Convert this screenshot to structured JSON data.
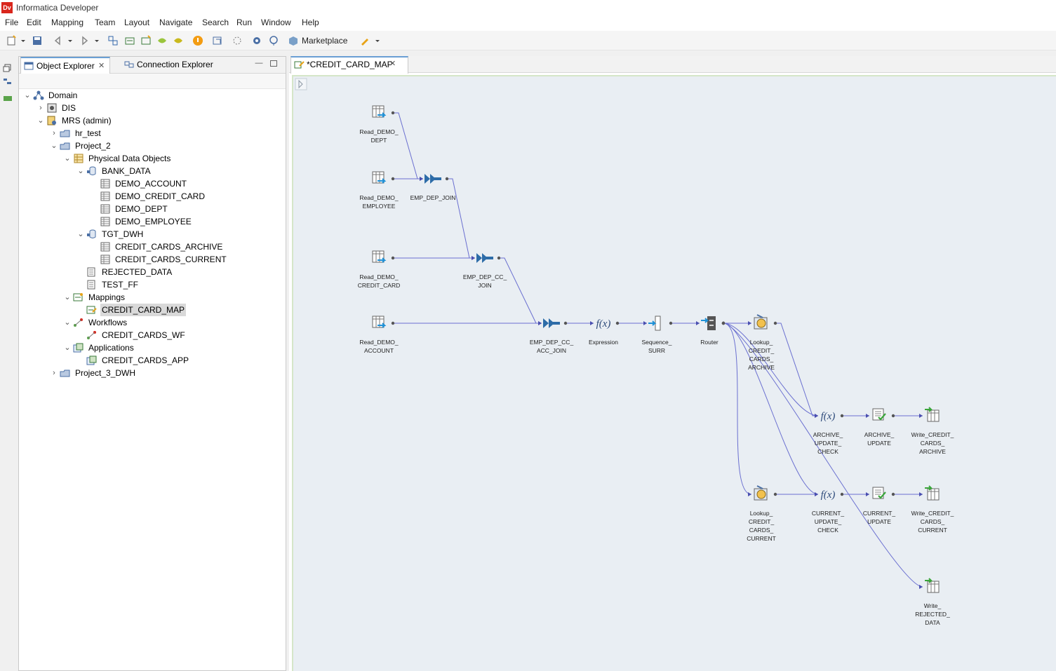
{
  "app": {
    "title": "Informatica Developer",
    "logo_text": "Dv"
  },
  "menu": [
    "File",
    "Edit",
    "Mapping",
    "Team",
    "Layout",
    "Navigate",
    "Search",
    "Run",
    "Window",
    "Help"
  ],
  "toolbar": {
    "marketplace_label": "Marketplace"
  },
  "explorer": {
    "tabs": [
      {
        "label": "Object Explorer",
        "close": "✕"
      },
      {
        "label": "Connection Explorer"
      }
    ],
    "tree": [
      {
        "label": "Domain",
        "depth": 0,
        "state": "open",
        "icon": "domain-icon"
      },
      {
        "label": "DIS",
        "depth": 1,
        "state": "closed",
        "icon": "service-icon"
      },
      {
        "label": "MRS (admin)",
        "depth": 1,
        "state": "open",
        "icon": "repository-icon"
      },
      {
        "label": "hr_test",
        "depth": 2,
        "state": "closed",
        "icon": "project-icon"
      },
      {
        "label": "Project_2",
        "depth": 2,
        "state": "open",
        "icon": "project-icon"
      },
      {
        "label": "Physical Data Objects",
        "depth": 3,
        "state": "open",
        "icon": "physical-data-objects-icon"
      },
      {
        "label": "BANK_DATA",
        "depth": 4,
        "state": "open",
        "icon": "database-icon"
      },
      {
        "label": "DEMO_ACCOUNT",
        "depth": 5,
        "state": "leaf",
        "icon": "table-icon"
      },
      {
        "label": "DEMO_CREDIT_CARD",
        "depth": 5,
        "state": "leaf",
        "icon": "table-icon"
      },
      {
        "label": "DEMO_DEPT",
        "depth": 5,
        "state": "leaf",
        "icon": "table-icon"
      },
      {
        "label": "DEMO_EMPLOYEE",
        "depth": 5,
        "state": "leaf",
        "icon": "table-icon"
      },
      {
        "label": "TGT_DWH",
        "depth": 4,
        "state": "open",
        "icon": "database-icon"
      },
      {
        "label": "CREDIT_CARDS_ARCHIVE",
        "depth": 5,
        "state": "leaf",
        "icon": "table-icon"
      },
      {
        "label": "CREDIT_CARDS_CURRENT",
        "depth": 5,
        "state": "leaf",
        "icon": "table-icon"
      },
      {
        "label": "REJECTED_DATA",
        "depth": 4,
        "state": "leaf",
        "icon": "flat-file-icon"
      },
      {
        "label": "TEST_FF",
        "depth": 4,
        "state": "leaf",
        "icon": "flat-file-icon"
      },
      {
        "label": "Mappings",
        "depth": 3,
        "state": "open",
        "icon": "mappings-icon"
      },
      {
        "label": "CREDIT_CARD_MAP",
        "depth": 4,
        "state": "leaf",
        "icon": "mapping-icon",
        "selected": true
      },
      {
        "label": "Workflows",
        "depth": 3,
        "state": "open",
        "icon": "workflows-icon"
      },
      {
        "label": "CREDIT_CARDS_WF",
        "depth": 4,
        "state": "leaf",
        "icon": "workflow-icon"
      },
      {
        "label": "Applications",
        "depth": 3,
        "state": "open",
        "icon": "applications-icon"
      },
      {
        "label": "CREDIT_CARDS_APP",
        "depth": 4,
        "state": "leaf",
        "icon": "application-icon"
      },
      {
        "label": "Project_3_DWH",
        "depth": 2,
        "state": "closed",
        "icon": "project-icon"
      }
    ]
  },
  "editor": {
    "tab_label": "*CREDIT_CARD_MAP",
    "tab_close": "✕",
    "nodes": [
      {
        "id": "read_dept",
        "type": "read",
        "label": [
          "Read_DEMO_",
          "DEPT"
        ]
      },
      {
        "id": "read_emp",
        "type": "read",
        "label": [
          "Read_DEMO_",
          "EMPLOYEE"
        ]
      },
      {
        "id": "read_cc",
        "type": "read",
        "label": [
          "Read_DEMO_",
          "CREDIT_CARD"
        ]
      },
      {
        "id": "read_acc",
        "type": "read",
        "label": [
          "Read_DEMO_",
          "ACCOUNT"
        ]
      },
      {
        "id": "emp_dep_join",
        "type": "joiner",
        "label": [
          "EMP_DEP_JOIN"
        ]
      },
      {
        "id": "emp_dep_cc_join",
        "type": "joiner",
        "label": [
          "EMP_DEP_CC_",
          "JOIN"
        ]
      },
      {
        "id": "emp_dep_cc_acc_join",
        "type": "joiner",
        "label": [
          "EMP_DEP_CC_",
          "ACC_JOIN"
        ]
      },
      {
        "id": "expression",
        "type": "expression",
        "label": [
          "Expression"
        ]
      },
      {
        "id": "sequence",
        "type": "sequence",
        "label": [
          "Sequence_",
          "SURR"
        ]
      },
      {
        "id": "router",
        "type": "router",
        "label": [
          "Router"
        ]
      },
      {
        "id": "lkp_archive",
        "type": "lookup",
        "label": [
          "Lookup_",
          "CREDIT_",
          "CARDS_",
          "ARCHIVE"
        ]
      },
      {
        "id": "lkp_current",
        "type": "lookup",
        "label": [
          "Lookup_",
          "CREDIT_",
          "CARDS_",
          "CURRENT"
        ]
      },
      {
        "id": "archive_check",
        "type": "expression",
        "label": [
          "ARCHIVE_",
          "UPDATE_",
          "CHECK"
        ]
      },
      {
        "id": "current_check",
        "type": "expression",
        "label": [
          "CURRENT_",
          "UPDATE_",
          "CHECK"
        ]
      },
      {
        "id": "archive_update",
        "type": "update",
        "label": [
          "ARCHIVE_",
          "UPDATE"
        ]
      },
      {
        "id": "current_update",
        "type": "update",
        "label": [
          "CURRENT_",
          "UPDATE"
        ]
      },
      {
        "id": "write_archive",
        "type": "write",
        "label": [
          "Write_CREDIT_",
          "CARDS_",
          "ARCHIVE"
        ]
      },
      {
        "id": "write_current",
        "type": "write",
        "label": [
          "Write_CREDIT_",
          "CARDS_",
          "CURRENT"
        ]
      },
      {
        "id": "write_rejected",
        "type": "write",
        "label": [
          "Write_",
          "REJECTED_",
          "DATA"
        ]
      }
    ],
    "links": [
      [
        "read_dept",
        "emp_dep_join"
      ],
      [
        "read_emp",
        "emp_dep_join"
      ],
      [
        "emp_dep_join",
        "emp_dep_cc_join"
      ],
      [
        "read_cc",
        "emp_dep_cc_join"
      ],
      [
        "emp_dep_cc_join",
        "emp_dep_cc_acc_join"
      ],
      [
        "read_acc",
        "emp_dep_cc_acc_join"
      ],
      [
        "emp_dep_cc_acc_join",
        "expression"
      ],
      [
        "expression",
        "sequence"
      ],
      [
        "sequence",
        "router"
      ],
      [
        "router",
        "lkp_archive"
      ],
      [
        "router",
        "lkp_current"
      ],
      [
        "router",
        "archive_check"
      ],
      [
        "router",
        "current_check"
      ],
      [
        "router",
        "write_rejected"
      ],
      [
        "lkp_archive",
        "archive_check"
      ],
      [
        "lkp_current",
        "current_check"
      ],
      [
        "archive_check",
        "archive_update"
      ],
      [
        "current_check",
        "current_update"
      ],
      [
        "archive_update",
        "write_archive"
      ],
      [
        "current_update",
        "write_current"
      ]
    ]
  }
}
